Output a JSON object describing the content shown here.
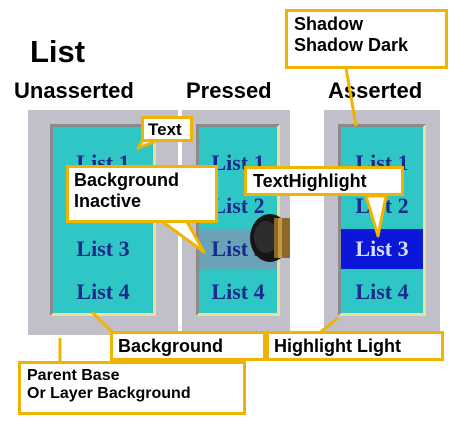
{
  "title": "List",
  "columns": [
    "Unasserted",
    "Pressed",
    "Asserted"
  ],
  "list_items": [
    "List 1",
    "List 2",
    "List 3",
    "List 4"
  ],
  "callouts": {
    "shadow": [
      "Shadow",
      "Shadow Dark"
    ],
    "text": "Text",
    "background_inactive": [
      "Background",
      "Inactive"
    ],
    "text_highlight": "TextHighlight",
    "background": "Background",
    "highlight_light": "Highlight Light",
    "parent_base": [
      "Parent Base",
      "Or Layer Background"
    ]
  },
  "colors": {
    "callout_border": "#f0b400",
    "list_background": "#2fc6c6",
    "highlight": "#0a16d8",
    "panel": "#c0bfca"
  }
}
